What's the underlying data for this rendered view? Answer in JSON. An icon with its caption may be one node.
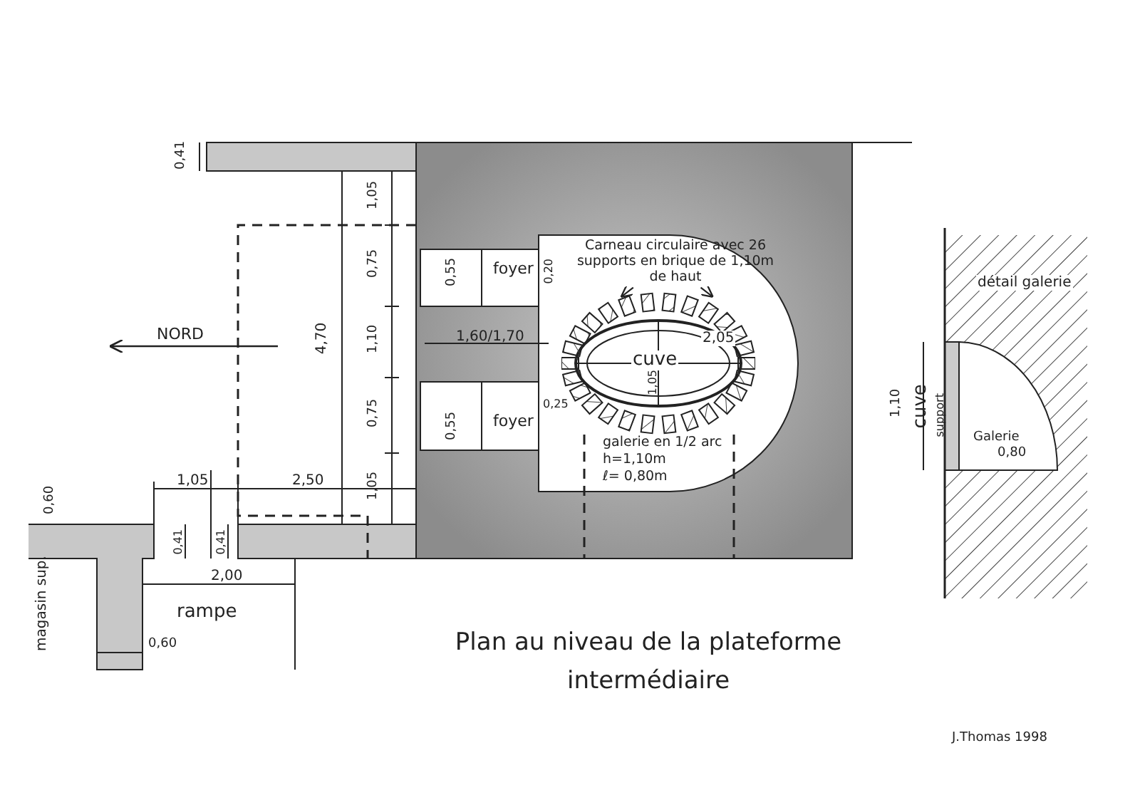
{
  "diagram": {
    "title": "Plan au niveau de la plateforme intermédiaire",
    "nodes": [
      {
        "text": [
          "Carneau circulaire avec 26 supports en brique de 1,10m de haut"
        ]
      },
      {
        "text": [],
        "shape": "picture"
      }
    ],
    "edges": [
      {
        "from": 0,
        "to": 1,
        "arrow": "to"
      },
      {
        "from": 0,
        "to": 1,
        "arrow": "to"
      }
    ],
    "labels": [
      "0,41",
      "1,05",
      "0,75",
      "1,10",
      "0,75",
      "1,05",
      "4,70",
      "NORD",
      "0,55",
      "foyer",
      "0,20",
      "1,60/1,70",
      "cuve",
      "2,05",
      "1,05",
      "0,25",
      "0,55",
      "foyer",
      "galerie en 1/2 arc",
      "h=1,10m",
      "ℓ= 0,80m",
      "détail galerie",
      "1,10",
      "cuve",
      "support",
      "Galerie",
      "0,80",
      "0,60",
      "1,05",
      "2,50",
      "0,41",
      "0,41",
      "2,00",
      "rampe",
      "magasin sup.",
      "0,60",
      "J.Thomas 1998"
    ]
  }
}
